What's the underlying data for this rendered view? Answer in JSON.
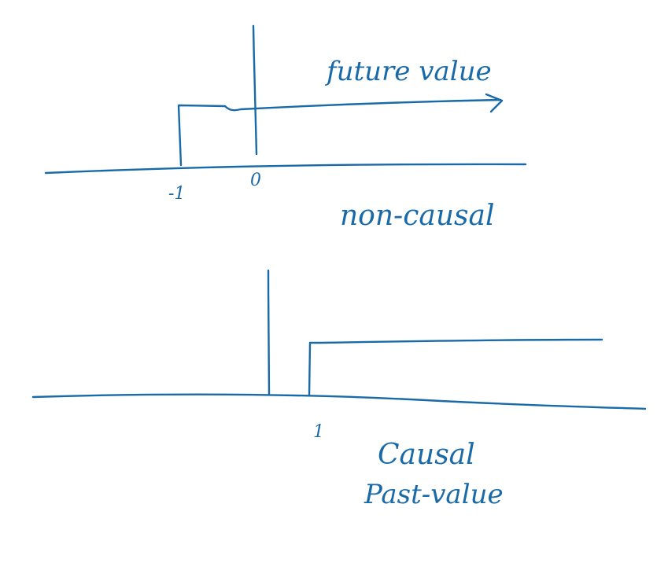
{
  "colors": {
    "ink": "#1a6aa8",
    "background": "#ffffff"
  },
  "top_diagram": {
    "annotation": "future value",
    "tick_neg_one": "-1",
    "tick_zero": "0",
    "caption": "non-causal"
  },
  "bottom_diagram": {
    "tick_one": "1",
    "caption": "Causal",
    "annotation": "Past-value"
  }
}
